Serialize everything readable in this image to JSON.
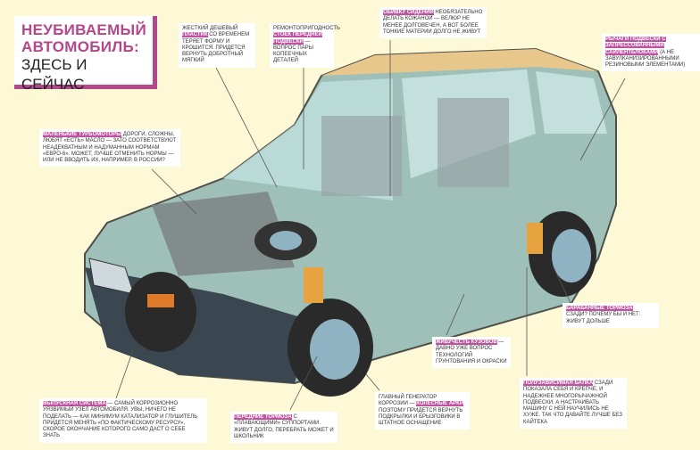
{
  "title": {
    "line1": "НЕУБИВАЕМЫЙ",
    "line2": "АВТОМОБИЛЬ:",
    "line3": "ЗДЕСЬ И СЕЙЧАС"
  },
  "accent": "#b3478c",
  "callouts": [
    {
      "id": "plastic",
      "pre": "ЖЕСТКИЙ ДЕШЕВЫЙ",
      "hl": "ПЛАСТИК",
      "text": "СО ВРЕМЕНЕМ ТЕРЯЕТ ФОРМУ И КРОШИТСЯ. ПРИДЕТСЯ ВЕРНУТЬ ДОБРОТНЫЙ МЯГКИЙ"
    },
    {
      "id": "struts",
      "pre": "РЕМОНТОПРИГОДНОСТЬ",
      "hl": "СТОЕК ПЕРЕДНЕЙ ПОДВЕСКИ",
      "text": "— ВОПРОС ПАРЫ КОПЕЕЧНЫХ ДЕТАЛЕЙ"
    },
    {
      "id": "seats",
      "pre": "",
      "hl": "ОБИВКУ СИДЕНИЙ",
      "text": "НЕОБЯЗАТЕЛЬНО ДЕЛАТЬ КОЖАНОЙ — ВЕЛЮР НЕ МЕНЕЕ ДОЛГОВЕЧЕН, А ВОТ БОЛЕЕ ТОНКИЕ МАТЕРИИ ДОЛГО НЕ ЖИВУТ"
    },
    {
      "id": "arms",
      "pre": "",
      "hl": "РЫЧАГИ ПОДВЕСКИ С ЗАПРЕССОВАННЫМИ САЙЛЕНТБЛОКАМИ",
      "text": "(А НЕ ЗАВУЛКАНИЗИРОВАННЫМИ РЕЗИНОВЫМИ ЭЛЕМЕНТАМИ)"
    },
    {
      "id": "turbo",
      "pre": "",
      "hl": "МАЛЕНЬКИЕ ТУРБОМОТОРЫ",
      "text": "ДОРОГИ, СЛОЖНЫ, ЛЮБЯТ «ЕСТЬ» МАСЛО — ЗАТО СООТВЕТСТВУЮТ НЕАДЕКВАТНЫМ И НАДУМАННЫМ НОРМАМ «ЕВРО-6». МОЖЕТ, ЛУЧШЕ ОТМЕНИТЬ НОРМЫ — ИЛИ НЕ ВВОДИТЬ ИХ, НАПРИМЕР, В РОССИИ?"
    },
    {
      "id": "exhaust",
      "pre": "",
      "hl": "ВЫПУСКНАЯ СИСТЕМА",
      "text": "— САМЫЙ КОРРОЗИОННО УЯЗВИМЫЙ УЗЕЛ АВТОМОБИЛЯ. УВЫ, НИЧЕГО НЕ ПОДЕЛАТЬ — КАК МИНИМУМ КАТАЛИЗАТОР И ГЛУШИТЕЛЬ ПРИДЕТСЯ МЕНЯТЬ «ПО ФАКТИЧЕСКОМУ РЕСУРСУ», СКОРОЕ ОКОНЧАНИЕ КОТОРОГО САМО ДАСТ О СЕБЕ ЗНАТЬ"
    },
    {
      "id": "frontbrakes",
      "pre": "",
      "hl": "ПЕРЕДНИЕ ТОРМОЗА",
      "text": "С «ПЛАВАЮЩИМИ» СУППОРТАМИ. ЖИВУТ ДОЛГО, ПЕРЕБРАТЬ МОЖЕТ И ШКОЛЬНИК"
    },
    {
      "id": "body",
      "pre": "",
      "hl": "ЖИВУЧЕСТЬ КУЗОВОВ",
      "text": "— ДАВНО УЖЕ ВОПРОС ТЕХНОЛОГИЙ ГРУНТОВАНИЯ И ОКРАСКИ"
    },
    {
      "id": "arches",
      "pre": "ГЛАВНЫЙ ГЕНЕРАТОР КОРРОЗИИ —",
      "hl": "КОЛЕСНЫЕ АРКИ",
      "text": "ПОЭТОМУ ПРИДЕТСЯ ВЕРНУТЬ ПОДКРЫЛКИ И БРЫЗГОВИКИ В ШТАТНОЕ ОСНАЩЕНИЕ"
    },
    {
      "id": "beam",
      "pre": "",
      "hl": "ПОЛУЗАВИСИМАЯ БАЛКА",
      "text": "СЗАДИ ПОКАЗАЛА СЕБЯ И КРЕПЧЕ, И НАДЕЖНЕЕ МНОГОРЫЧАЖНОЙ ПОДВЕСКИ. А НАСТРАИВАТЬ МАШИНУ С НЕЙ НАУЧИЛИСЬ НЕ ХУЖЕ. ТАК ЧТО ДАВАЙТЕ ЛУЧШЕ БЕЗ КАЙТЕКА"
    },
    {
      "id": "drum",
      "pre": "",
      "hl": "БАРАБАННЫЕ ТОРМОЗА",
      "text": "СЗАДИ? ПОЧЕМУ БЫ И НЕТ: ЖИВУТ ДОЛЬШЕ"
    }
  ]
}
